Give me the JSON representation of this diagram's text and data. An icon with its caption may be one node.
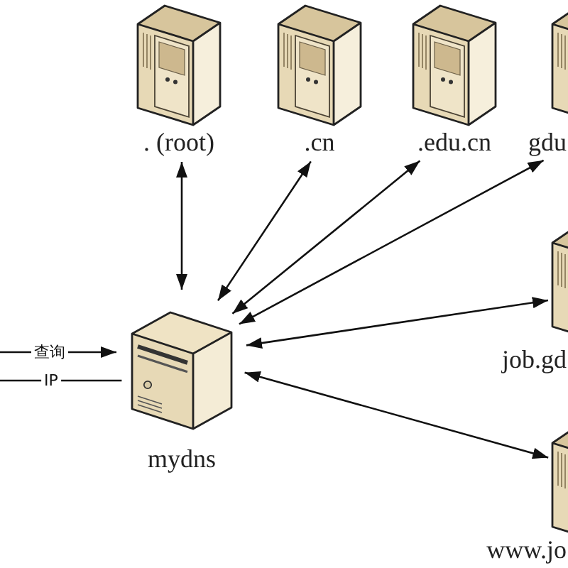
{
  "diagram": {
    "nodes": [
      {
        "text": [
          ". (root)"
        ]
      },
      {
        "text": [
          ".cn"
        ]
      },
      {
        "text": [
          ".edu.cn"
        ]
      },
      {
        "text": [
          "gdu"
        ]
      },
      {
        "text": [
          "job.gd"
        ]
      },
      {
        "text": [
          "mydns"
        ]
      },
      {
        "text": [
          "www.jo"
        ]
      }
    ],
    "edges": [
      {
        "from": 5,
        "to": 0,
        "arrow": "both"
      },
      {
        "from": 5,
        "to": 1,
        "arrow": "both"
      },
      {
        "from": 5,
        "to": 2,
        "arrow": "both"
      },
      {
        "from": 5,
        "to": 3,
        "arrow": "both"
      },
      {
        "from": 5,
        "to": 4,
        "arrow": "both"
      },
      {
        "from": 5,
        "to": 6,
        "arrow": "both"
      },
      {
        "from": null,
        "to": 5,
        "arrow": "to",
        "label": "查询"
      },
      {
        "from": 5,
        "to": null,
        "arrow": "none",
        "label": "IP"
      }
    ]
  }
}
